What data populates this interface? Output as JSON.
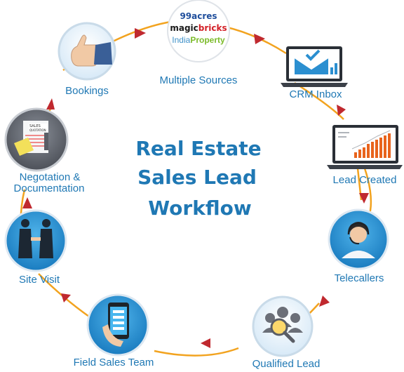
{
  "title": {
    "line1": "Real Estate",
    "line2": "Sales Lead",
    "line3": "Workflow"
  },
  "sources": {
    "logo_99acres": "99acres",
    "logo_magic": "magic",
    "logo_bricks": "bricks",
    "logo_india": "India",
    "logo_property": "Property"
  },
  "steps": [
    {
      "label": "Multiple Sources",
      "icon": "portal-logos-icon"
    },
    {
      "label": "CRM Inbox",
      "icon": "laptop-inbox-icon"
    },
    {
      "label": "Lead Created",
      "icon": "laptop-chart-icon"
    },
    {
      "label": "Telecallers",
      "icon": "headset-agent-icon"
    },
    {
      "label": "Qualified Lead",
      "icon": "magnifier-lead-icon"
    },
    {
      "label": "Field Sales Team",
      "icon": "mobile-phone-icon"
    },
    {
      "label": "Site Visit",
      "icon": "handshake-icon"
    },
    {
      "label": "Negotation & Documentation",
      "label_line1": "Negotation &",
      "label_line2": "Documentation",
      "icon": "quotation-document-icon"
    },
    {
      "label": "Bookings",
      "icon": "thumbs-up-icon"
    }
  ],
  "colors": {
    "ring": "#f2a31f",
    "arrow": "#c0292f",
    "accent": "#1f78b4",
    "icon_blue": "#2b8fd0",
    "icon_grey": "#6b6f78"
  }
}
